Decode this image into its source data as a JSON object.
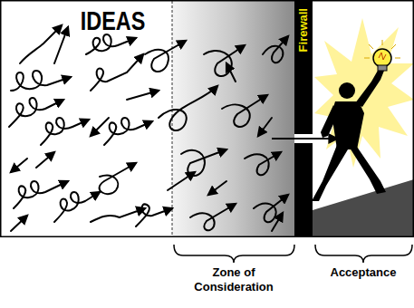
{
  "diagram": {
    "nodes": [
      {
        "text": [
          "Firewall"
        ]
      }
    ],
    "labels": [
      "IDEAS",
      "Zone of Consideration",
      "Acceptance"
    ]
  }
}
